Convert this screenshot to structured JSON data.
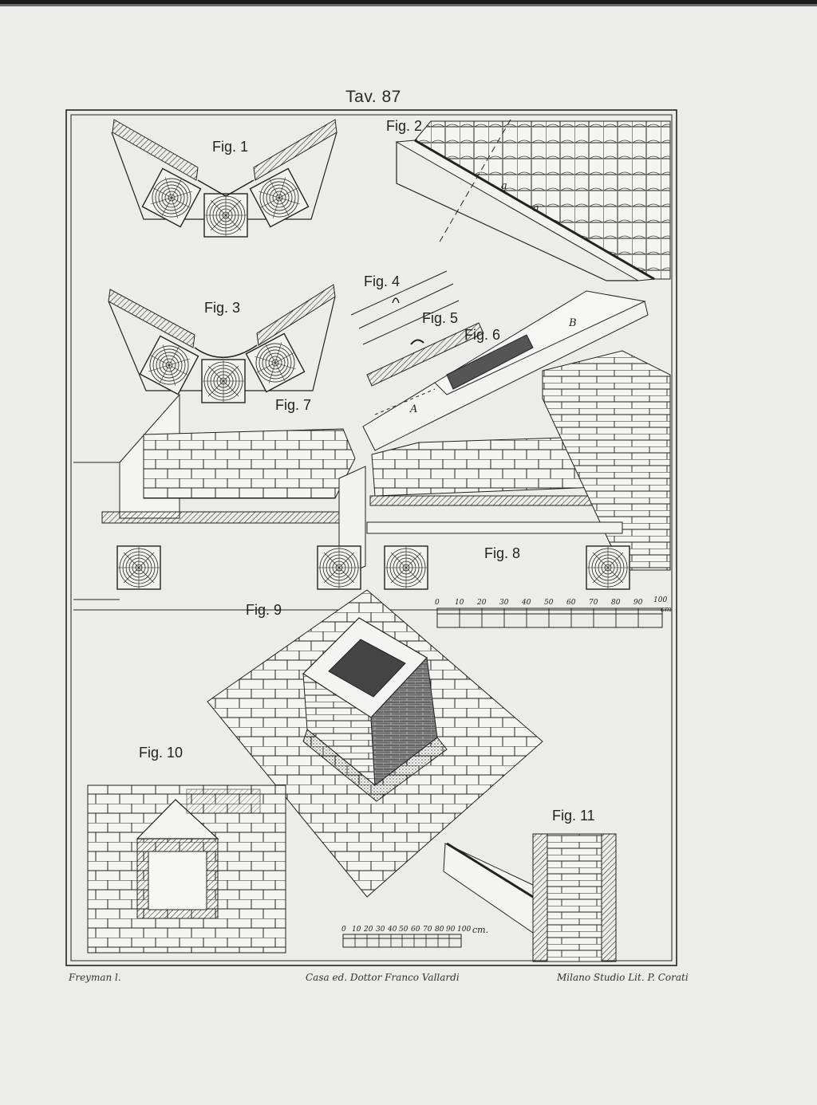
{
  "plate": {
    "title": "Tav. 87",
    "credits": {
      "left": "Freyman l.",
      "center": "Casa ed. Dottor Franco Vallardi",
      "right": "Milano Studio Lit. P. Corati"
    }
  },
  "figures": {
    "fig1": "Fig. 1",
    "fig2": "Fig. 2",
    "fig3": "Fig. 3",
    "fig4": "Fig. 4",
    "fig5": "Fig. 5",
    "fig6": "Fig. 6",
    "fig7": "Fig. 7",
    "fig8": "Fig. 8",
    "fig9": "Fig. 9",
    "fig10": "Fig. 10",
    "fig11": "Fig. 11"
  },
  "parts": {
    "a1": "a",
    "a2": "a",
    "A": "A",
    "B": "B"
  },
  "scale_large": {
    "ticks": [
      "0",
      "10",
      "20",
      "30",
      "40",
      "50",
      "60",
      "70",
      "80",
      "90",
      "100"
    ],
    "unit": "cm"
  },
  "scale_small": {
    "ticks": [
      "0",
      "10",
      "20",
      "30",
      "40",
      "50",
      "60",
      "70",
      "80",
      "90",
      "100"
    ],
    "unit": "cm."
  },
  "colors": {
    "ink": "#222222",
    "paper": "#ececea"
  }
}
